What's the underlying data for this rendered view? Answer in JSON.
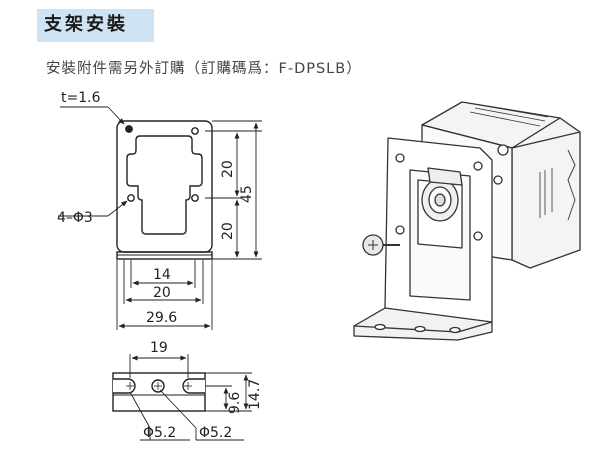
{
  "section": {
    "title": "支架安裝",
    "subtitle": "安裝附件需另外訂購（訂購碼爲：F-DPSLB）"
  },
  "dimensions": {
    "thickness": "t=1.6",
    "hole_spec": "4–Φ3",
    "upper_spacing": "20",
    "lower_spacing": "20",
    "total_height": "45",
    "hole_pitch": "14",
    "inner_width": "20",
    "outer_width": "29.6",
    "bottom_width": "19",
    "bottom_depth": "9.6",
    "bottom_height": "14.7",
    "slot_diameter_left": "Φ5.2",
    "slot_diameter_right": "Φ5.2"
  }
}
